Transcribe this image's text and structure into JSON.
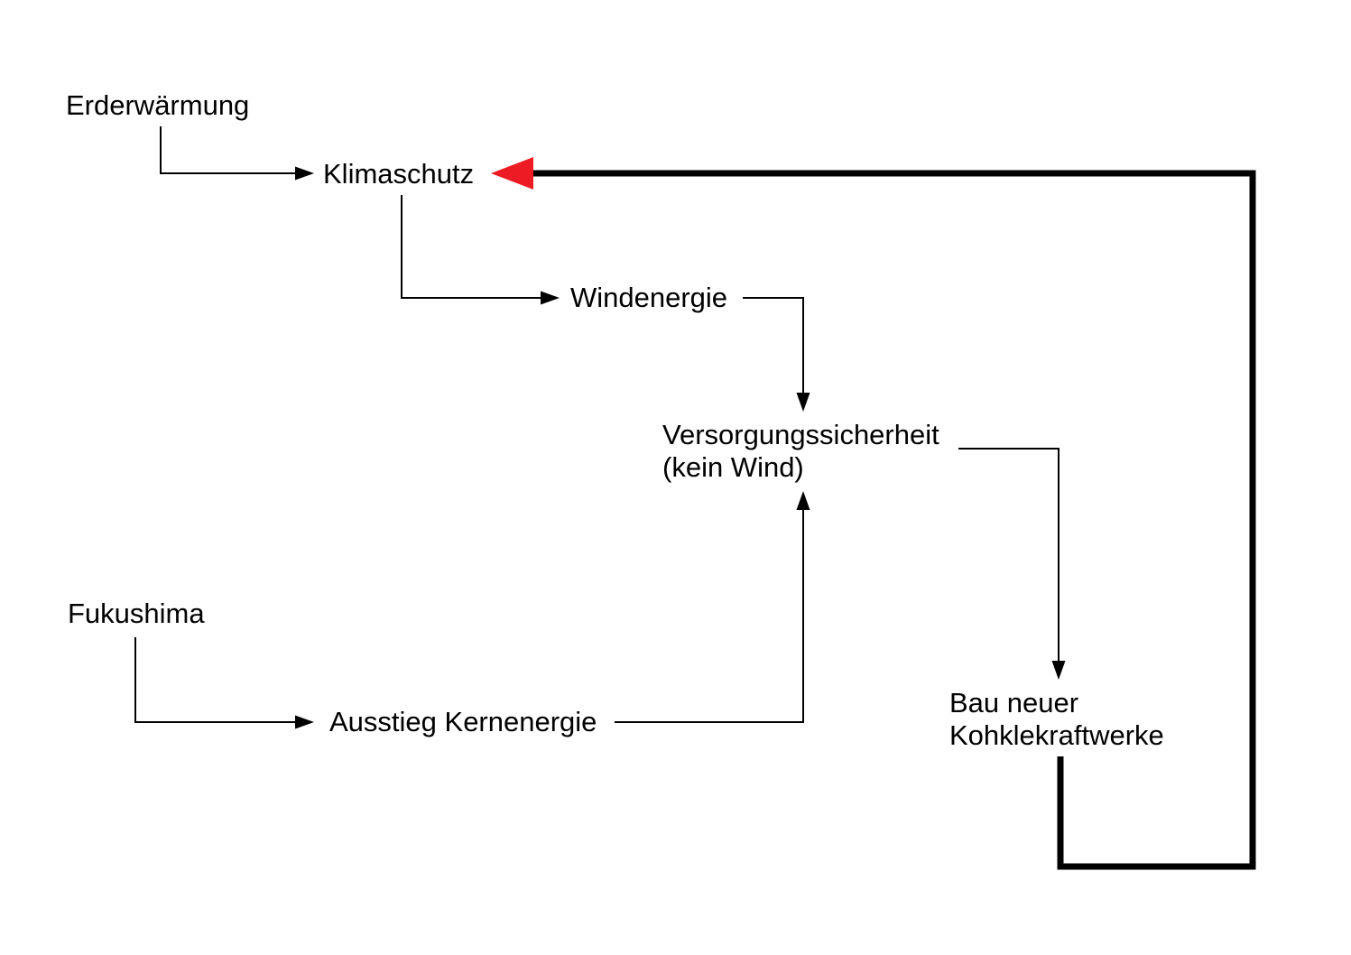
{
  "diagram": {
    "nodes": {
      "erderwaermung": {
        "label": "Erderwärmung"
      },
      "klimaschutz": {
        "label": "Klimaschutz"
      },
      "windenergie": {
        "label": "Windenergie"
      },
      "versorgungssicherheit": {
        "label": "Versorgungssicherheit\n(kein Wind)"
      },
      "fukushima": {
        "label": "Fukushima"
      },
      "ausstieg_kernenergie": {
        "label": "Ausstieg Kernenergie"
      },
      "bau_kohlekraftwerke": {
        "label": "Bau neuer\nKohklekraftwerke"
      }
    },
    "edges": [
      {
        "from": "Erderwärmung",
        "to": "Klimaschutz",
        "color": "black"
      },
      {
        "from": "Klimaschutz",
        "to": "Windenergie",
        "color": "black"
      },
      {
        "from": "Windenergie",
        "to": "Versorgungssicherheit (kein Wind)",
        "color": "black"
      },
      {
        "from": "Versorgungssicherheit (kein Wind)",
        "to": "Bau neuer Kohklekraftwerke",
        "color": "black"
      },
      {
        "from": "Fukushima",
        "to": "Ausstieg Kernenergie",
        "color": "black"
      },
      {
        "from": "Ausstieg Kernenergie",
        "to": "Versorgungssicherheit (kein Wind)",
        "color": "black"
      },
      {
        "from": "Bau neuer Kohklekraftwerke",
        "to": "Klimaschutz",
        "color": "red"
      }
    ],
    "colors": {
      "line_black": "#000000",
      "feedback_red": "#ED1C24",
      "background": "#FFFFFF"
    }
  }
}
